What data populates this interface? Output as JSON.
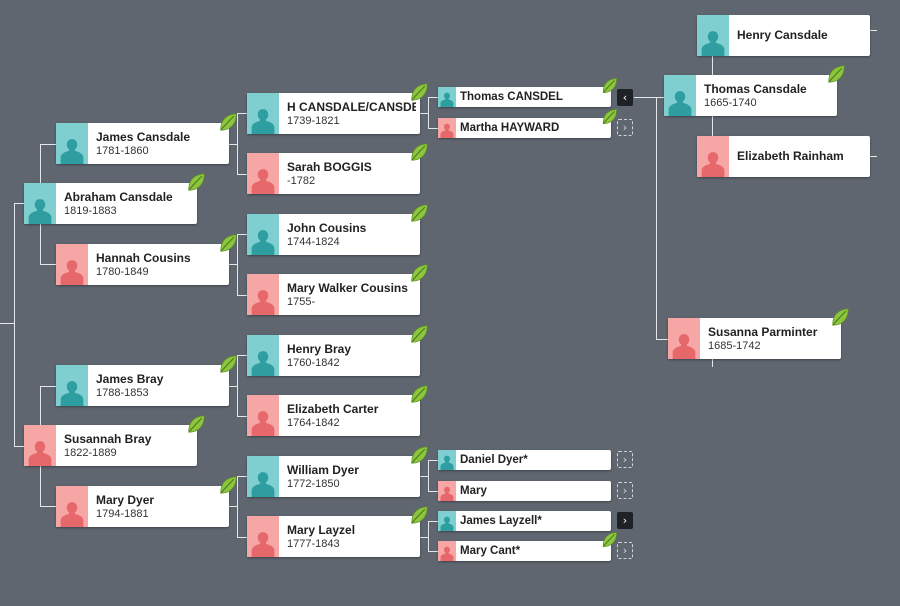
{
  "people": [
    {
      "id": "abraham",
      "name": "Abraham Cansdale",
      "dates": "1819-1883",
      "sex": "male",
      "hint": true
    },
    {
      "id": "susannah",
      "name": "Susannah Bray",
      "dates": "1822-1889",
      "sex": "female",
      "hint": true
    },
    {
      "id": "james_c",
      "name": "James Cansdale",
      "dates": "1781-1860",
      "sex": "male",
      "hint": true
    },
    {
      "id": "hannah",
      "name": "Hannah Cousins",
      "dates": "1780-1849",
      "sex": "female",
      "hint": true
    },
    {
      "id": "james_b",
      "name": "James Bray",
      "dates": "1788-1853",
      "sex": "male",
      "hint": true
    },
    {
      "id": "mary_dyer",
      "name": "Mary Dyer",
      "dates": "1794-1881",
      "sex": "female",
      "hint": true
    },
    {
      "id": "h_cansdale",
      "name": "H CANSDALE/CANSDEL",
      "dates": "1739-1821",
      "sex": "male",
      "hint": true
    },
    {
      "id": "sarah",
      "name": "Sarah BOGGIS",
      "dates": "-1782",
      "sex": "female",
      "hint": true
    },
    {
      "id": "john",
      "name": "John Cousins",
      "dates": "1744-1824",
      "sex": "male",
      "hint": true
    },
    {
      "id": "mary_walker",
      "name": "Mary Walker Cousins",
      "dates": "1755-",
      "sex": "female",
      "hint": true
    },
    {
      "id": "henry_bray",
      "name": "Henry Bray",
      "dates": "1760-1842",
      "sex": "male",
      "hint": true
    },
    {
      "id": "elizabeth_c",
      "name": "Elizabeth Carter",
      "dates": "1764-1842",
      "sex": "female",
      "hint": true
    },
    {
      "id": "william",
      "name": "William Dyer",
      "dates": "1772-1850",
      "sex": "male",
      "hint": true
    },
    {
      "id": "mary_layzel",
      "name": "Mary Layzel",
      "dates": "1777-1843",
      "sex": "female",
      "hint": true
    },
    {
      "id": "thomas_cansdel",
      "name": "Thomas CANSDEL",
      "dates": "",
      "sex": "male",
      "hint": true
    },
    {
      "id": "martha",
      "name": "Martha HAYWARD",
      "dates": "",
      "sex": "female",
      "hint": true
    },
    {
      "id": "daniel",
      "name": "Daniel Dyer*",
      "dates": "",
      "sex": "male",
      "hint": false
    },
    {
      "id": "mary",
      "name": "Mary",
      "dates": "",
      "sex": "female",
      "hint": false
    },
    {
      "id": "james_layzell",
      "name": "James Layzell*",
      "dates": "",
      "sex": "male",
      "hint": false
    },
    {
      "id": "mary_cant",
      "name": "Mary Cant*",
      "dates": "",
      "sex": "female",
      "hint": true
    },
    {
      "id": "thomas_cansdale",
      "name": "Thomas Cansdale",
      "dates": "1665-1740",
      "sex": "male",
      "hint": true
    },
    {
      "id": "henry_cansdale",
      "name": "Henry Cansdale",
      "dates": "",
      "sex": "male",
      "hint": false
    },
    {
      "id": "elizabeth_r",
      "name": "Elizabeth Rainham",
      "dates": "",
      "sex": "female",
      "hint": false
    },
    {
      "id": "susanna",
      "name": "Susanna Parminter",
      "dates": "1685-1742",
      "sex": "female",
      "hint": true
    }
  ],
  "nav_buttons": [
    {
      "id": "collapse-thomas-cansdel",
      "glyph": "‹",
      "style": "solid",
      "icon": "chevron-left-icon"
    },
    {
      "id": "expand-martha-hayward",
      "glyph": "›",
      "style": "dashed",
      "icon": "chevron-right-icon"
    },
    {
      "id": "expand-daniel-dyer",
      "glyph": "›",
      "style": "dashed",
      "icon": "chevron-right-icon"
    },
    {
      "id": "expand-mary",
      "glyph": "›",
      "style": "dashed",
      "icon": "chevron-right-icon"
    },
    {
      "id": "expand-james-layzell",
      "glyph": "›",
      "style": "solid",
      "icon": "chevron-right-icon"
    },
    {
      "id": "expand-mary-cant",
      "glyph": "›",
      "style": "dashed",
      "icon": "chevron-right-icon"
    }
  ],
  "colors": {
    "background": "#5f6670",
    "male": "#7fcfd0",
    "female": "#f7a6a6",
    "hint_leaf": "#8cc63f",
    "connector": "#e3e6ea"
  }
}
